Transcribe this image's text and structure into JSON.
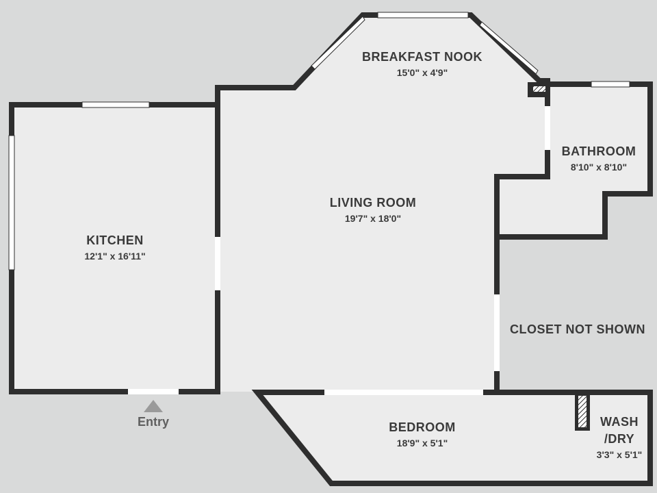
{
  "rooms": {
    "breakfast_nook": {
      "name": "BREAKFAST NOOK",
      "dim": "15'0\" x 4'9\""
    },
    "kitchen": {
      "name": "KITCHEN",
      "dim": "12'1\" x 16'11\""
    },
    "living_room": {
      "name": "LIVING ROOM",
      "dim": "19'7\" x 18'0\""
    },
    "bathroom": {
      "name": "BATHROOM",
      "dim": "8'10\" x 8'10\""
    },
    "bedroom": {
      "name": "BEDROOM",
      "dim": "18'9\" x 5'1\""
    },
    "wash_dry": {
      "name_line1": "WASH",
      "name_line2": "/DRY",
      "dim": "3'3\" x 5'1\""
    }
  },
  "closet_note": "CLOSET NOT SHOWN",
  "entry": {
    "label": "Entry"
  },
  "colors": {
    "background": "#d9dada",
    "floor": "#ececec",
    "wall": "#2e2e2e",
    "window": "#ffffff",
    "text": "#3a3a3a"
  }
}
